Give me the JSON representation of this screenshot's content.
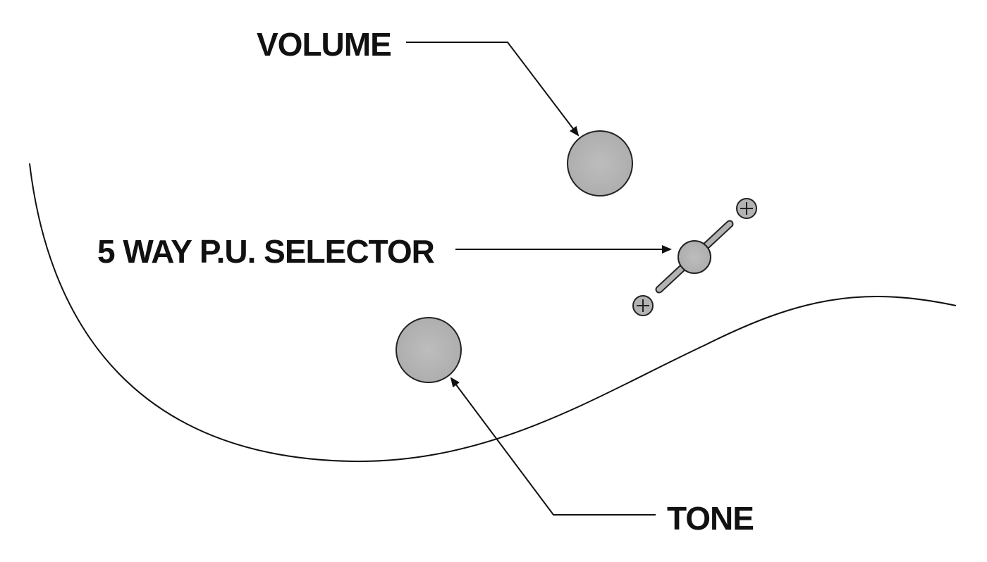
{
  "labels": {
    "volume": "VOLUME",
    "selector": "5 WAY P.U. SELECTOR",
    "tone": "TONE"
  },
  "colors": {
    "background": "#ffffff",
    "line": "#111111",
    "knob_fill": "#b3b3b3",
    "knob_stroke": "#222222",
    "text": "#111111"
  },
  "icons": {
    "screw": "phillips-screw-icon",
    "knob": "round-knob-icon"
  }
}
